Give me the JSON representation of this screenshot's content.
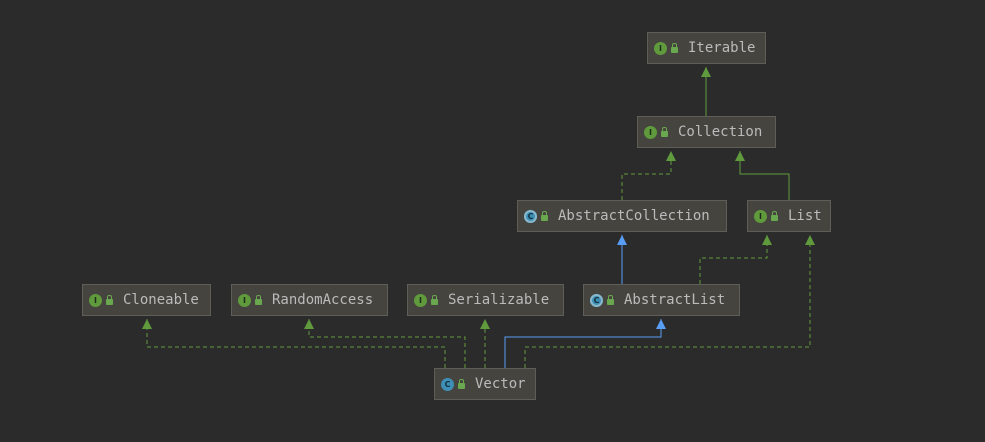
{
  "nodes": [
    {
      "id": "iterable",
      "label": "Iterable",
      "kind": "interface",
      "kind_letter": "I"
    },
    {
      "id": "collection",
      "label": "Collection",
      "kind": "interface",
      "kind_letter": "I"
    },
    {
      "id": "abstractcollection",
      "label": "AbstractCollection",
      "kind": "abstract",
      "kind_letter": "C"
    },
    {
      "id": "list",
      "label": "List",
      "kind": "interface",
      "kind_letter": "I"
    },
    {
      "id": "cloneable",
      "label": "Cloneable",
      "kind": "interface",
      "kind_letter": "I"
    },
    {
      "id": "randomaccess",
      "label": "RandomAccess",
      "kind": "interface",
      "kind_letter": "I"
    },
    {
      "id": "serializable",
      "label": "Serializable",
      "kind": "interface",
      "kind_letter": "I"
    },
    {
      "id": "abstractlist",
      "label": "AbstractList",
      "kind": "abstract",
      "kind_letter": "C"
    },
    {
      "id": "vector",
      "label": "Vector",
      "kind": "class",
      "kind_letter": "C"
    }
  ],
  "edges": [
    {
      "from": "collection",
      "to": "iterable",
      "type": "extends-interface"
    },
    {
      "from": "abstractcollection",
      "to": "collection",
      "type": "implements"
    },
    {
      "from": "list",
      "to": "collection",
      "type": "extends-interface"
    },
    {
      "from": "abstractlist",
      "to": "abstractcollection",
      "type": "extends-class"
    },
    {
      "from": "abstractlist",
      "to": "list",
      "type": "implements"
    },
    {
      "from": "vector",
      "to": "cloneable",
      "type": "implements"
    },
    {
      "from": "vector",
      "to": "randomaccess",
      "type": "implements"
    },
    {
      "from": "vector",
      "to": "serializable",
      "type": "implements"
    },
    {
      "from": "vector",
      "to": "abstractlist",
      "type": "extends-class"
    },
    {
      "from": "vector",
      "to": "list",
      "type": "implements"
    }
  ],
  "colors": {
    "background": "#2b2b2b",
    "node_fill": "#45443f",
    "node_border": "#5e5d58",
    "text": "#bbbbbb",
    "interface_edge": "#5f9b3c",
    "class_edge": "#589df6",
    "interface_badge": "#5f9b3c",
    "class_badge": "#3d8fb5"
  }
}
